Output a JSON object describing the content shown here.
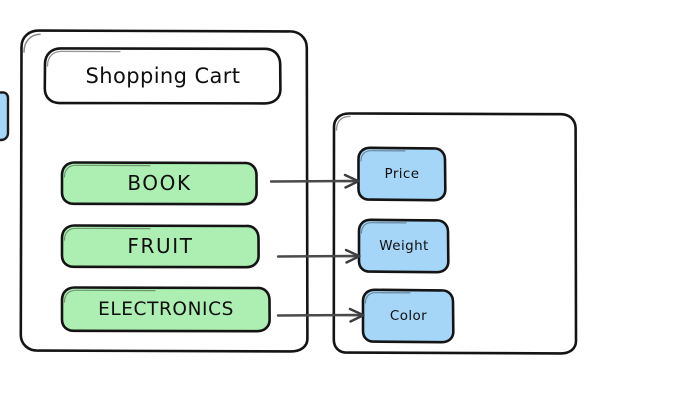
{
  "diagram": {
    "title": "Shopping Cart",
    "style": "hand-drawn sketch",
    "colors": {
      "stroke": "#1a1a1a",
      "category_fill": "#ADEFB2",
      "attribute_fill": "#A6D6F7",
      "title_fill": "#ffffff",
      "container_fill": "#ffffff",
      "arrow": "#4a4a4a",
      "background": "#ffffff"
    },
    "left_container": {
      "name": "shopping-cart-container",
      "title_box": {
        "label": "Shopping Cart"
      },
      "categories": [
        {
          "label": "BOOK"
        },
        {
          "label": "FRUIT"
        },
        {
          "label": "ELECTRONICS"
        }
      ]
    },
    "right_container": {
      "name": "attributes-container",
      "attributes": [
        {
          "label": "Price"
        },
        {
          "label": "Weight"
        },
        {
          "label": "Color"
        }
      ]
    },
    "connections": [
      {
        "from": "BOOK",
        "to": "Price"
      },
      {
        "from": "FRUIT",
        "to": "Weight"
      },
      {
        "from": "ELECTRONICS",
        "to": "Color"
      }
    ],
    "clipped_shape": {
      "name": "offscreen-blue-node",
      "fill": "#A6D6F7"
    }
  }
}
